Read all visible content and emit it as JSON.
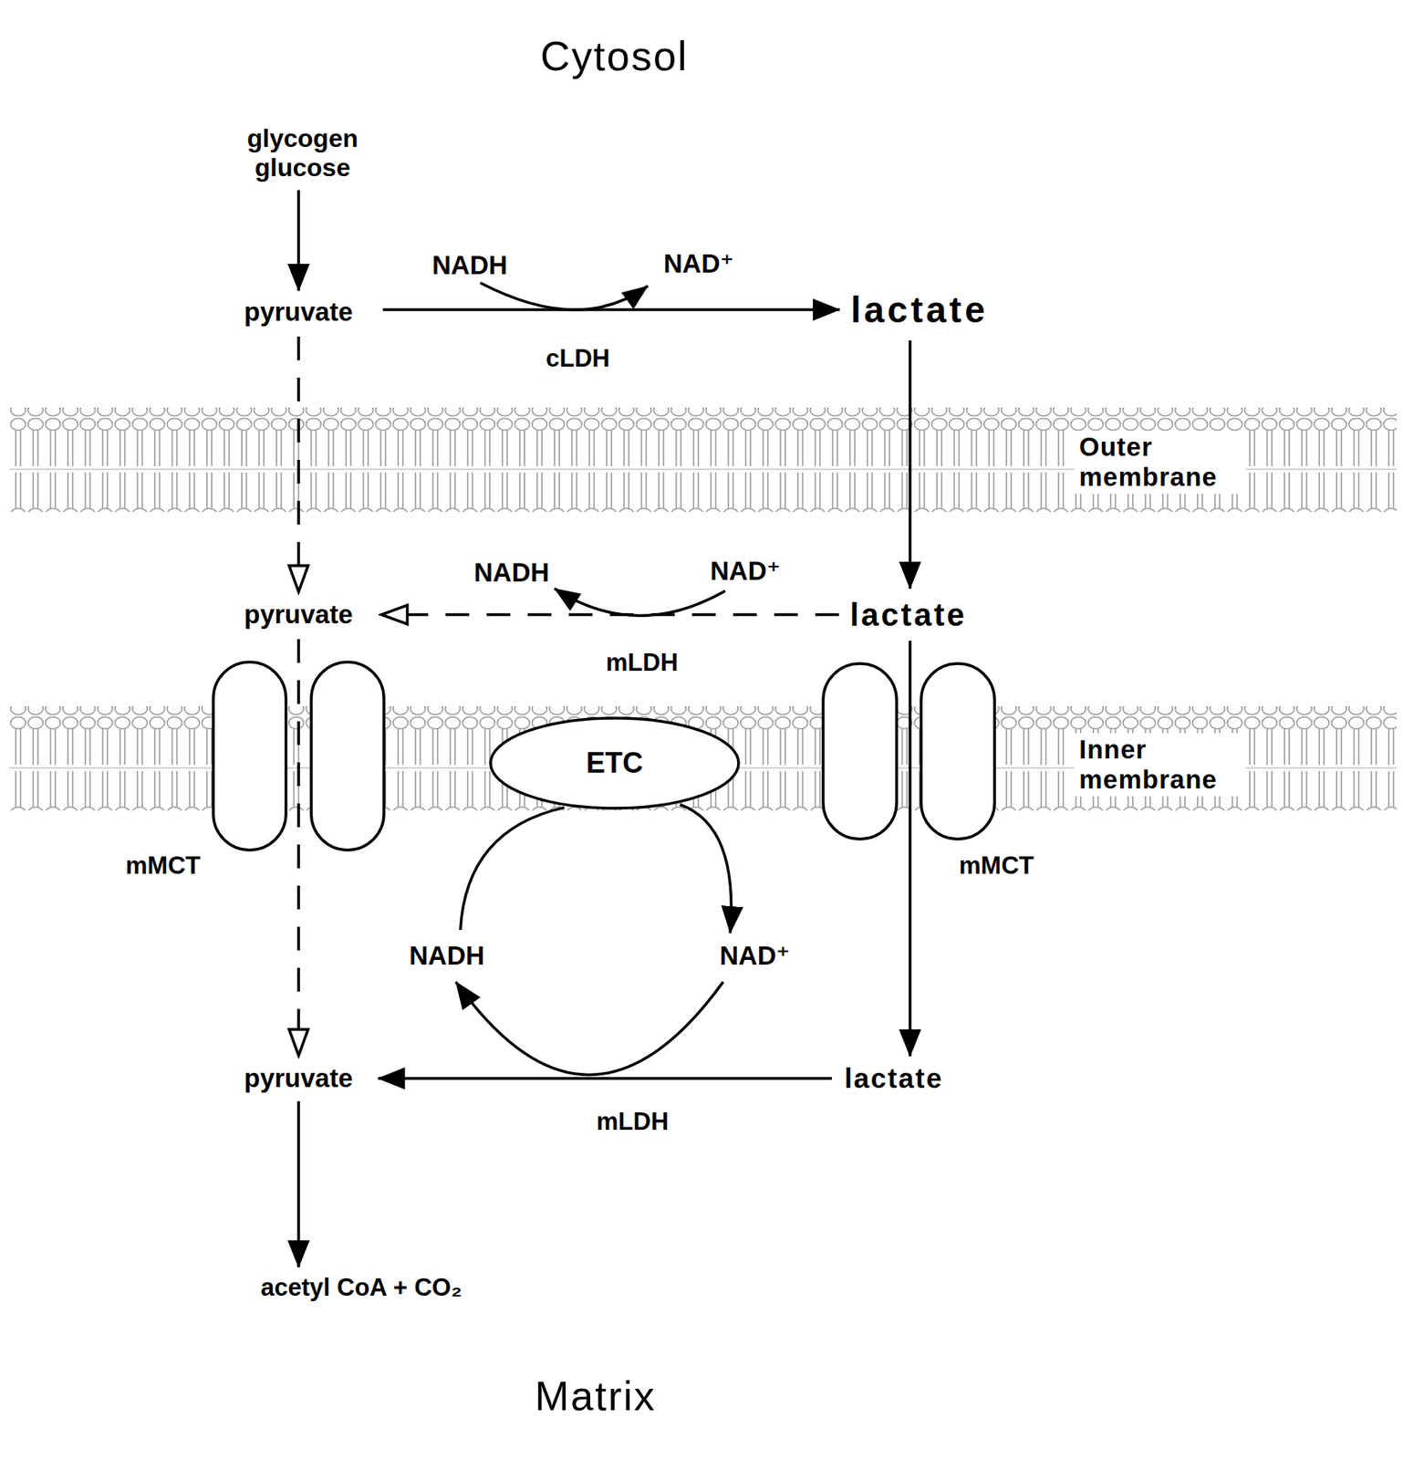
{
  "diagram": {
    "title": "Cytosol",
    "nodes": [
      {
        "text": [
          "glycogen glucose"
        ]
      },
      {
        "text": [
          "pyruvate"
        ]
      },
      {
        "text": [
          "lactate"
        ]
      },
      {
        "text": [
          "pyruvate"
        ]
      },
      {
        "text": [
          "lactate"
        ]
      },
      {
        "text": [
          "ETC"
        ]
      },
      {
        "text": [
          "NADH"
        ]
      },
      {
        "text": [
          "NAD⁺"
        ]
      },
      {
        "text": [
          "pyruvate"
        ]
      },
      {
        "text": [
          "lactate"
        ]
      },
      {
        "text": [
          "acetyl CoA + CO₂"
        ]
      }
    ],
    "edges": [
      {
        "from": 0,
        "to": 1,
        "arrow": "to"
      },
      {
        "from": 1,
        "to": 2,
        "label": "cLDH",
        "arrow": "to"
      },
      {
        "from": 1,
        "to": 3,
        "arrow": "to"
      },
      {
        "from": 2,
        "to": 4,
        "arrow": "to"
      },
      {
        "from": 4,
        "to": 3,
        "label": "mLDH",
        "arrow": "to"
      },
      {
        "from": 3,
        "to": 8,
        "arrow": "to"
      },
      {
        "from": 4,
        "to": 9,
        "arrow": "to"
      },
      {
        "from": 9,
        "to": 8,
        "label": "mLDH",
        "arrow": "to"
      },
      {
        "from": 8,
        "to": 10,
        "arrow": "to"
      },
      {
        "from": 6,
        "to": 5,
        "arrow": "none"
      },
      {
        "from": 5,
        "to": 7,
        "arrow": "to"
      },
      {
        "from": 7,
        "to": 6,
        "arrow": "to"
      }
    ],
    "labels": [
      "NADH",
      "NAD⁺",
      "Outer membrane",
      "NADH",
      "NAD⁺",
      "Inner membrane",
      "mMCT",
      "mMCT",
      "Matrix"
    ]
  }
}
